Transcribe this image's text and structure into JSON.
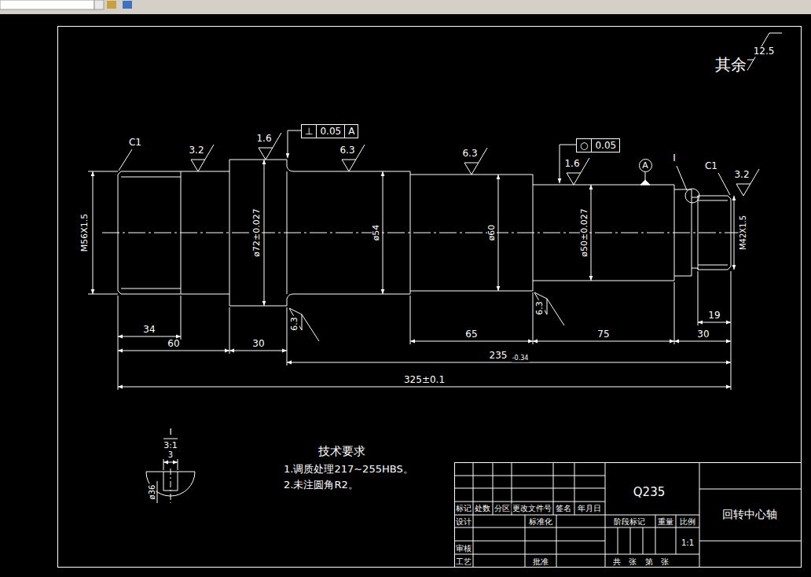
{
  "diagram": {
    "nodes": [
      {
        "text": [
          "⊥",
          "0.05",
          "A"
        ]
      },
      {
        "text": [
          "○",
          "0.05"
        ]
      },
      {
        "text": [
          "A"
        ]
      }
    ],
    "labels": [
      "其余",
      "12.5",
      "C1",
      "3.2",
      "1.6",
      "6.3",
      "6.3",
      "1.6",
      "I",
      "C1",
      "3.2",
      "M56X1.5",
      "ø72±0.027",
      "ø54",
      "ø60",
      "ø50±0.027",
      "M42X1.5",
      "6.3",
      "6.3",
      "34",
      "60",
      "30",
      "65",
      "75",
      "30",
      "19",
      "235",
      "-0.34",
      "325±0.1",
      "I",
      "3:1",
      "3",
      "ø36",
      "技术要求",
      "1.调质处理217~255HBS。",
      "2.未注圆角R2。",
      "Q235",
      "回转中心轴",
      "标记",
      "处数",
      "分区",
      "更改文件号",
      "签名",
      "年月日",
      "设计",
      "标准化",
      "阶段标记",
      "重量",
      "比例",
      "1:1",
      "审核",
      "工艺",
      "批准",
      "共",
      "张",
      "第",
      "张"
    ]
  }
}
